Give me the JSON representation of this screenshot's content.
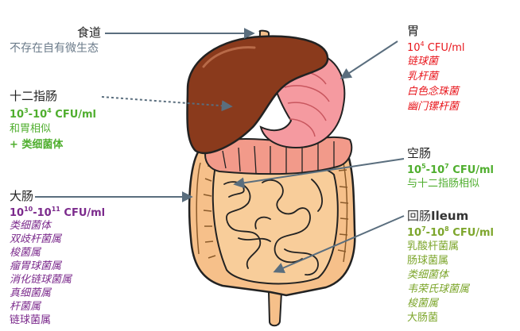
{
  "esophagus": {
    "name": "食道",
    "note": "不存在自有微生态"
  },
  "stomach": {
    "name": "胃",
    "count_base": "10",
    "count_exp": "4",
    "count_unit": " CFU/ml",
    "flora": [
      "链球菌",
      "乳杆菌",
      "白色念珠菌",
      "幽门镙杆菌"
    ]
  },
  "duodenum": {
    "name": "十二指肠",
    "count_a_base": "10",
    "count_a_exp": "3",
    "count_sep": "-10",
    "count_b_exp": "4",
    "count_unit": " CFU/ml",
    "note1": "和胃相似",
    "note2": "+ 类细菌体"
  },
  "jejunum": {
    "name": "空肠",
    "count_a_base": "10",
    "count_a_exp": "5",
    "count_sep": "-10",
    "count_b_exp": "7",
    "count_unit": " CFU/ml",
    "note": "与十二指肠相似"
  },
  "colon": {
    "name": "大肠",
    "count_a_base": "10",
    "count_a_exp": "10",
    "count_sep": "-10",
    "count_b_exp": "11",
    "count_unit": " CFU/ml",
    "flora": [
      "类细菌体",
      "双歧杆菌属",
      "梭菌属",
      "瘤胃球菌属",
      "消化链球菌属",
      "真细菌属",
      "杆菌属",
      "链球菌属"
    ]
  },
  "ileum": {
    "name_cn": "回肠",
    "name_en": "Ileum",
    "count_a_base": "10",
    "count_a_exp": "7",
    "count_sep": "-10",
    "count_b_exp": "8",
    "count_unit": " CFU/ml",
    "flora": [
      "乳酸杆菌属",
      "肠球菌属",
      "类细菌体",
      "韦荣氏球菌属",
      "梭菌属",
      "大肠菌"
    ]
  },
  "colors": {
    "stomach_text": "#e8161c",
    "duodenum_text": "#4fae2e",
    "colon_text": "#7b2a8c",
    "ileum_text": "#7da62c",
    "arrow": "#5a6e7e",
    "liver": "#8a3a1c",
    "stomach_fill": "#f59aa0",
    "intestine_fill": "#f6c08a"
  }
}
